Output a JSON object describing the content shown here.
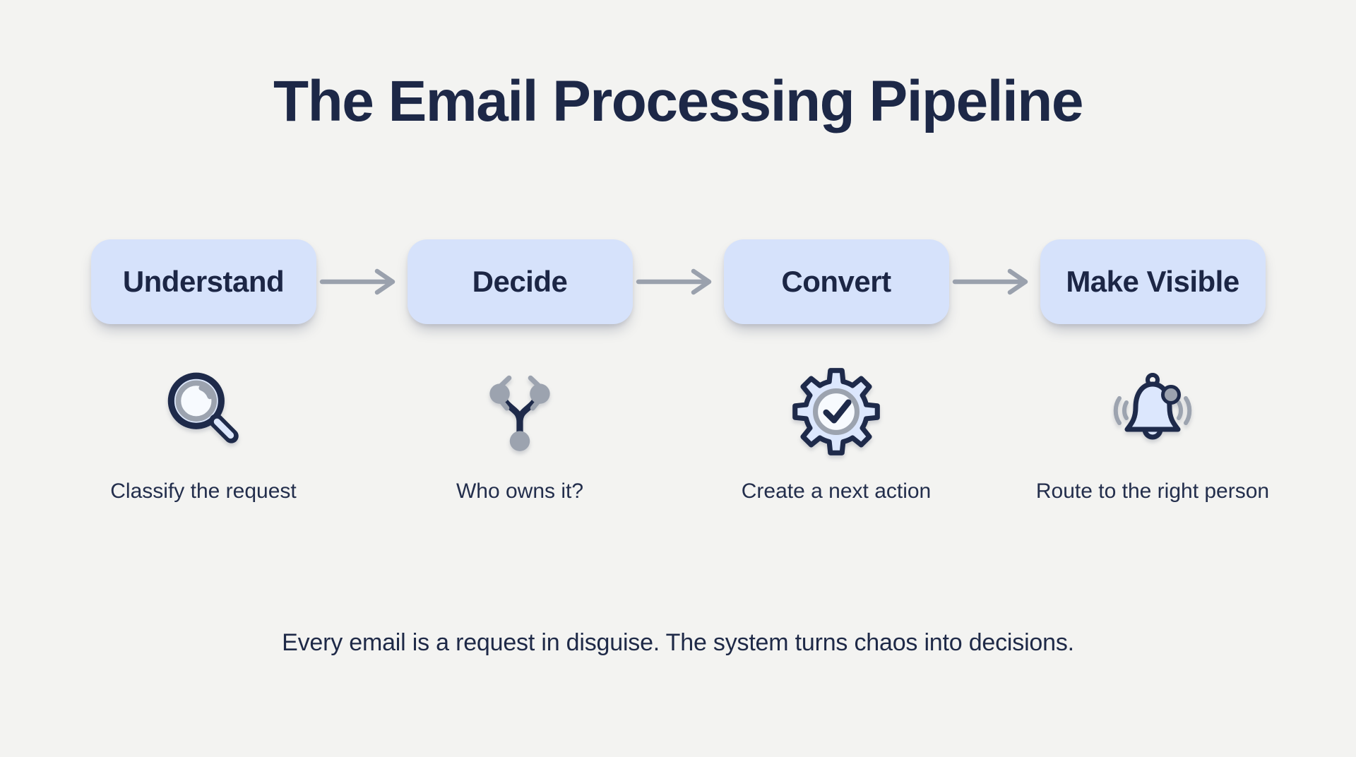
{
  "title": "The Email Processing Pipeline",
  "stages": [
    {
      "label": "Understand",
      "caption": "Classify the request",
      "icon": "magnifier-icon"
    },
    {
      "label": "Decide",
      "caption": "Who owns it?",
      "icon": "branch-icon"
    },
    {
      "label": "Convert",
      "caption": "Create a next action",
      "icon": "gear-check-icon"
    },
    {
      "label": "Make Visible",
      "caption": "Route to the right person",
      "icon": "bell-icon"
    }
  ],
  "tagline": "Every email is a request in disguise. The system turns chaos into decisions.",
  "colors": {
    "background": "#f3f3f1",
    "box_fill": "#d6e2fb",
    "navy_text": "#1d2847",
    "icon_navy": "#1e2a4a",
    "icon_gray": "#9ca3af",
    "arrow_gray": "#9aa1ad",
    "icon_light_blue": "#dce7fd",
    "icon_inner_white": "#f7fafe"
  }
}
